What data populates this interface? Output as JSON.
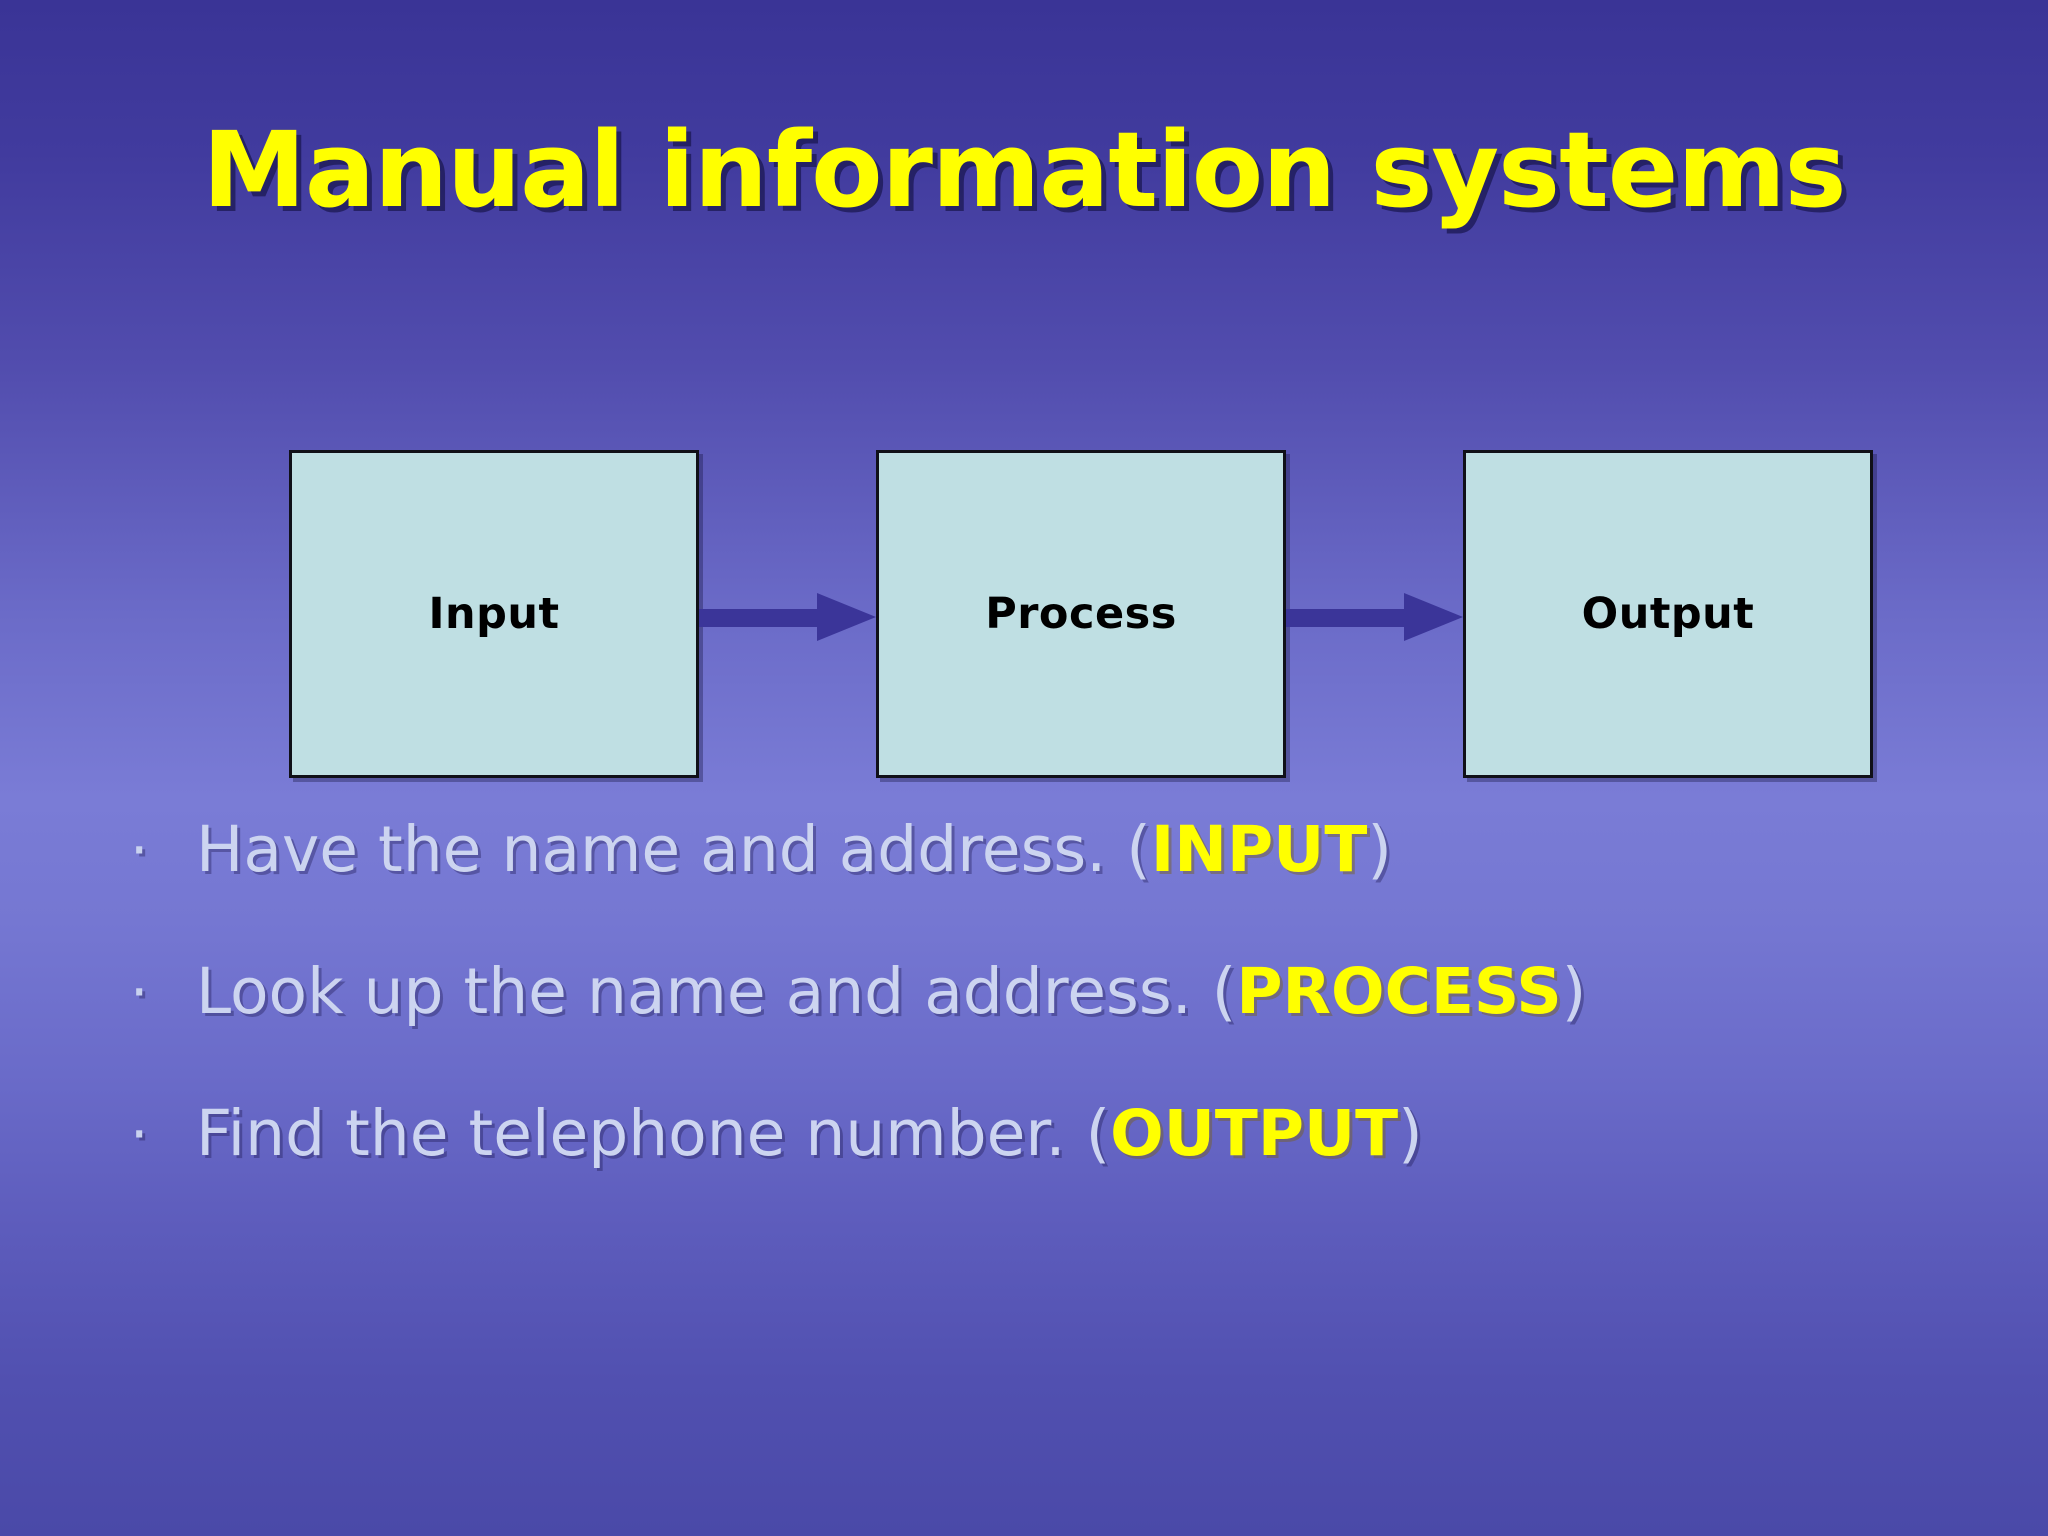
{
  "slide": {
    "title": "Manual information systems",
    "title_color": "#ffff00",
    "background_top_color": "#3a3496",
    "background_mid_color": "#7a7cd6",
    "background_bottom_color": "#4a49a8"
  },
  "diagram": {
    "type": "flow",
    "box_fill_color": "#bfdfe3",
    "box_border_color": "#101018",
    "arrow_color": "#3b3599",
    "boxes": [
      {
        "label": "Input"
      },
      {
        "label": "Process"
      },
      {
        "label": "Output"
      }
    ],
    "arrows": [
      {
        "from": "Input",
        "to": "Process",
        "icon": "arrow-right-icon"
      },
      {
        "from": "Process",
        "to": "Output",
        "icon": "arrow-right-icon"
      }
    ]
  },
  "bullets": {
    "marker": "·",
    "text_color": "#ccd4f0",
    "keyword_color": "#ffff00",
    "items": [
      {
        "lead": "Have the name and address. (",
        "keyword": "INPUT",
        "tail": ")"
      },
      {
        "lead": "Look up the name and address. (",
        "keyword": "PROCESS",
        "tail": ")"
      },
      {
        "lead": "Find the telephone number. (",
        "keyword": "OUTPUT",
        "tail": ")"
      }
    ]
  }
}
